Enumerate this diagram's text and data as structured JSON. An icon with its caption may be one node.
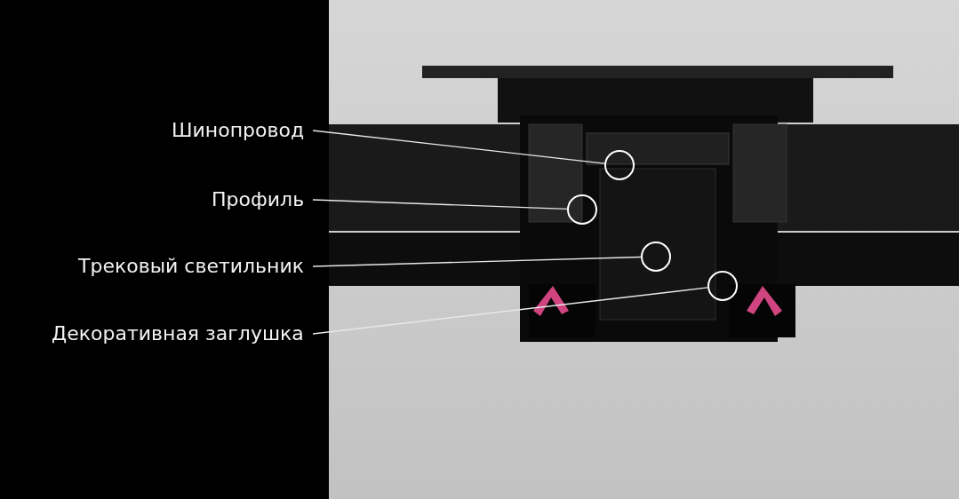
{
  "diagram": {
    "nodes": [
      {
        "text": [
          "Шинопровод"
        ]
      },
      {
        "text": [
          "Профиль"
        ]
      },
      {
        "text": [
          "Трековый светильник"
        ]
      },
      {
        "text": [
          "Декоративная заглушка"
        ]
      },
      {
        "text": [],
        "shape": "circle"
      },
      {
        "text": [],
        "shape": "circle"
      },
      {
        "text": [],
        "shape": "circle"
      },
      {
        "text": [],
        "shape": "circle"
      }
    ],
    "edges": [
      {
        "from": 0,
        "to": 4,
        "arrow": "none"
      },
      {
        "from": 1,
        "to": 5,
        "arrow": "none"
      },
      {
        "from": 2,
        "to": 6,
        "arrow": "none"
      },
      {
        "from": 3,
        "to": 7,
        "arrow": "none"
      }
    ]
  }
}
